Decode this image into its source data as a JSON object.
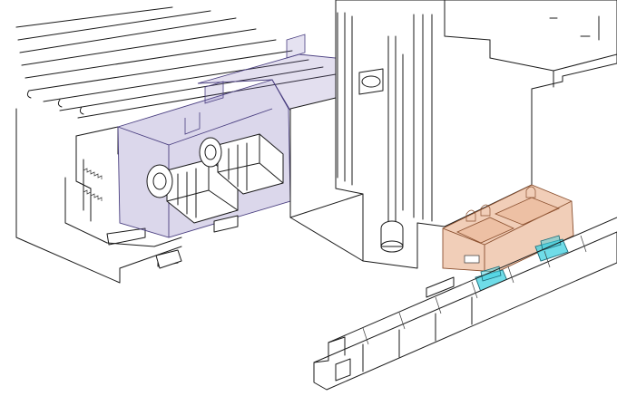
{
  "colors": {
    "line": "#1a1a1a",
    "background": "#ffffff",
    "enclosure_highlight": "#7f6fb8",
    "carriage_highlight": "#e6a57e",
    "slider_highlight": "#3fd0e0"
  },
  "parts": {
    "left_machine_bed": "machine-bed",
    "transparent_enclosure": "transparent-enclosure",
    "servo_motor_front": "servo-motor",
    "servo_motor_rear": "servo-motor",
    "vertical_column": "vertical-column",
    "ball_screw": "ball-screw",
    "carriage": "carriage-block",
    "linear_guide_sliders": "linear-guide-slider",
    "guide_rail": "guide-rail"
  }
}
